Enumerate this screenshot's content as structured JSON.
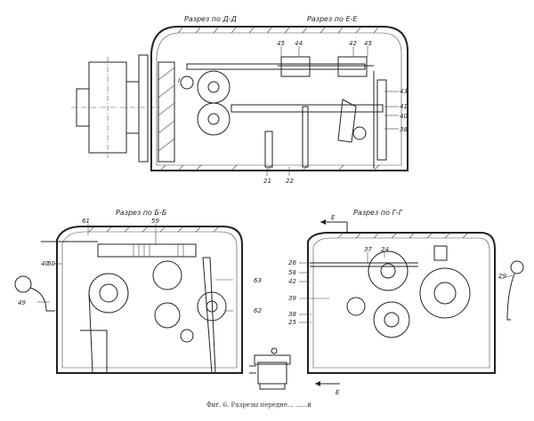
{
  "section_titles": {
    "dd": "Разрез по Д-Д",
    "ee": "Разрез по Е-Е",
    "bb": "Разрез по Б-Б",
    "gg": "Разрез по Г-Г"
  },
  "top_view_labels": {
    "l45a": "45",
    "l44": "44",
    "l42": "42",
    "l45b": "45",
    "l43": "43",
    "l41": "41",
    "l40": "40",
    "l38": "38",
    "l21": "21",
    "l22": "22",
    "lI": "I"
  },
  "left_view_labels": {
    "l61": "61",
    "l59": "59",
    "l60": "60",
    "l60b": "40",
    "l49": "49",
    "l63": "63",
    "l62": "62"
  },
  "right_view_labels": {
    "l37": "37",
    "l24": "24",
    "l26": "26",
    "l58": "58",
    "l42": "42",
    "l39": "39",
    "l38": "38",
    "l25": "25",
    "l29": "29",
    "arrowE1": "E",
    "arrowE2": "E"
  },
  "caption": "Фиг. 6. Разрезы передне... ......й"
}
